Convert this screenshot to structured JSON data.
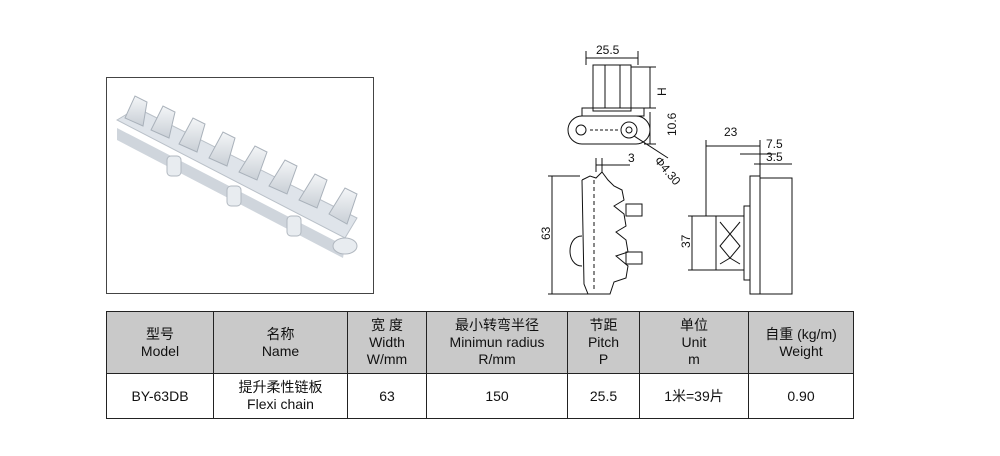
{
  "dimensions": {
    "pitch_width": "25.5",
    "height_h": "H",
    "height_10_6": "10.6",
    "pin_diameter": "Φ4.30",
    "gap_3": "3",
    "overall_63": "63",
    "tab_37": "37",
    "side_23": "23",
    "side_7_5": "7.5",
    "side_3_5": "3.5"
  },
  "table": {
    "headers": [
      {
        "cn": "型号",
        "en": "Model"
      },
      {
        "cn": "名称",
        "en": "Name"
      },
      {
        "cn": "宽 度",
        "en": "Width",
        "unit": "W/mm"
      },
      {
        "cn": "最小转弯半径",
        "en": "Minimun radius",
        "unit": "R/mm"
      },
      {
        "cn": "节距",
        "en": "Pitch",
        "unit": "P"
      },
      {
        "cn": "单位",
        "en": "Unit",
        "unit": "m"
      },
      {
        "cn": "自重  (kg/m)",
        "en": "Weight"
      }
    ],
    "row": {
      "model": "BY-63DB",
      "name_cn": "提升柔性链板",
      "name_en": "Flexi chain",
      "width": "63",
      "radius": "150",
      "pitch": "25.5",
      "unit": "1米=39片",
      "weight": "0.90"
    }
  }
}
